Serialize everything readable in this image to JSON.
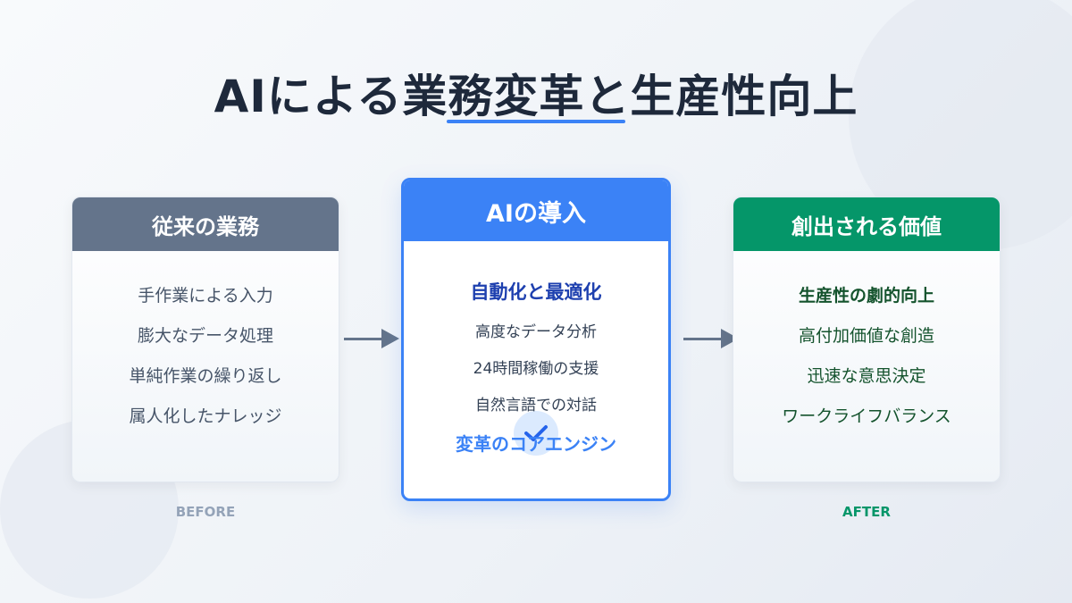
{
  "title": "AIによる業務変革と生産性向上",
  "before": {
    "header": "従来の業務",
    "items": [
      "手作業による入力",
      "膨大なデータ処理",
      "単純作業の繰り返し",
      "属人化したナレッジ"
    ],
    "label": "BEFORE"
  },
  "ai": {
    "header": "AIの導入",
    "subtitle": "自動化と最適化",
    "items": [
      "高度なデータ分析",
      "24時間稼働の支援",
      "自然言語での対話"
    ],
    "footer": "変革のコアエンジン"
  },
  "after": {
    "header": "創出される価値",
    "subtitle": "生産性の劇的向上",
    "items": [
      "高付加価値な創造",
      "迅速な意思決定",
      "ワークライフバランス"
    ],
    "label": "AFTER"
  },
  "colors": {
    "before": "#64748b",
    "ai": "#3b82f6",
    "after": "#059669"
  }
}
